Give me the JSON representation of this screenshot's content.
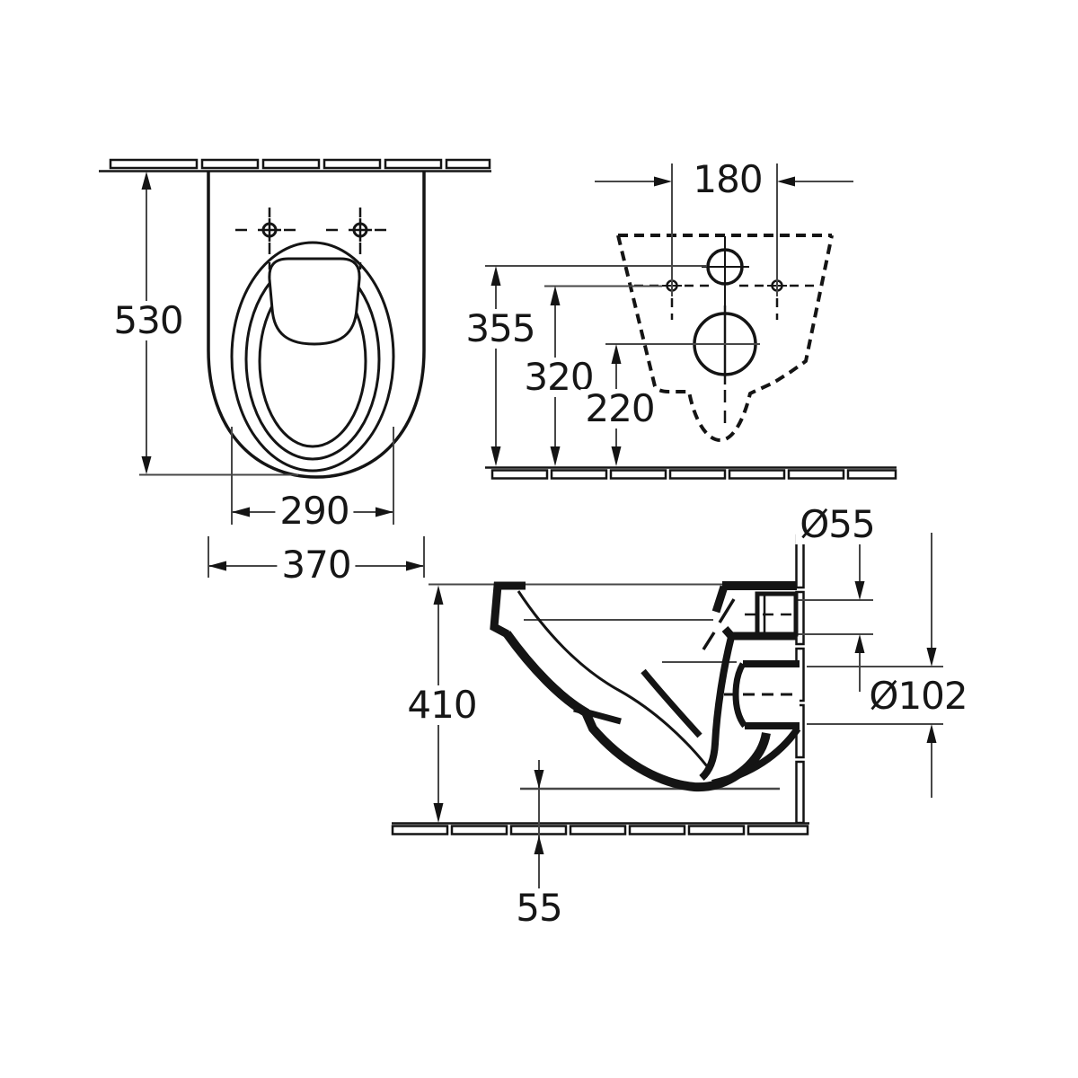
{
  "drawing": {
    "type": "technical-dimension-drawing",
    "subject": "wall-hung-toilet",
    "line_color": "#141414",
    "dim_line_color": "#474747",
    "background": "#ffffff"
  },
  "views": {
    "top": {
      "name": "top-view",
      "dims": {
        "depth": "530",
        "seat_width": "290",
        "width": "370"
      }
    },
    "rear": {
      "name": "rear-wall-view",
      "dims": {
        "bolt_spacing": "180",
        "inlet_height": "355",
        "hole_height": "320",
        "outlet_height": "220"
      }
    },
    "side": {
      "name": "side-section-view",
      "dims": {
        "inlet_dia": "Ø55",
        "outlet_dia": "Ø102",
        "height": "410",
        "clearance": "55"
      }
    }
  }
}
